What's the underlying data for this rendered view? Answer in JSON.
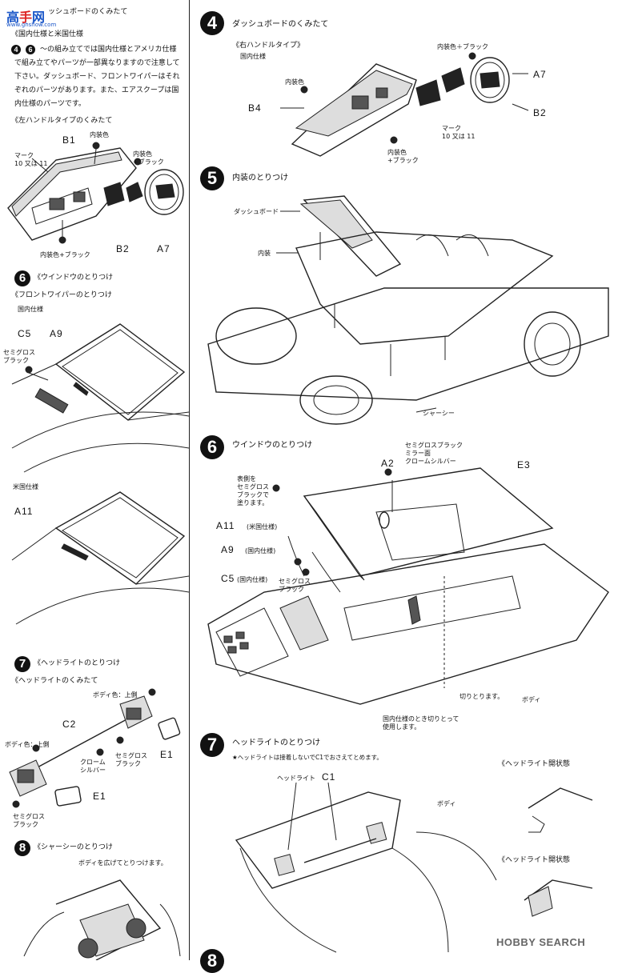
{
  "watermark": {
    "logo_text": "高",
    "logo_text_red": "手",
    "logo_text_blue": "网",
    "logo_sub": "www.ghshow.com",
    "site": "HOBBY SEARCH"
  },
  "left": {
    "step4_heading": "ッシュボードのくみたて",
    "sub1": "《国内仕様と米国仕様",
    "para": "〜の組み立てでは国内仕様とアメリカ仕様で組み立てやパーツが一部異なりますので注意して下さい。ダッシュボード、フロントワイパーはそれぞれのパーツがあります。また、エアスクープは国内仕様のパーツです。",
    "para_n1": "4",
    "para_n2": "6",
    "sub2": "《左ハンドルタイプのくみたて",
    "dash_labels": {
      "b1": "B1",
      "color1": "内装色",
      "mark": "マーク",
      "mark_sub": "10 又は 11",
      "color2": "内装色",
      "color2_sub": "+ブラック",
      "b2": "B2",
      "a7": "A7",
      "bottom": "内装色+ブラック"
    },
    "step6_num": "6",
    "step6_heading": "《ウインドウのとりつけ",
    "step6_sub": "《フロントワイパーのとりつけ",
    "domestic": "国内仕様",
    "c5": "C5",
    "a9": "A9",
    "semigloss": "セミグロス",
    "black": "ブラック",
    "us_spec": "米国仕様",
    "a11": "A11",
    "step7_num": "7",
    "step7_heading": "《ヘッドライトのとりつけ",
    "step7_sub": "《ヘッドライトのくみたて",
    "hl_labels": {
      "body_top1": "ボディ色：上側",
      "c2": "C2",
      "body_top2": "ボディ色：上側",
      "chrome": "クローム",
      "silver": "シルバー",
      "sg": "セミグロス",
      "bk": "ブラック",
      "e1a": "E1",
      "e1b": "E1",
      "sg2": "セミグロス",
      "bk2": "ブラック"
    },
    "step8_num": "8",
    "step8_heading": "《シャーシーのとりつけ",
    "step8_note": "ボディを広げてとりつけます。"
  },
  "right": {
    "step4_num": "4",
    "step4_heading": "ダッシュボードのくみたて",
    "step4_sub": "《右ハンドルタイプ》",
    "step4_domestic": "国内仕様",
    "dash_labels": {
      "color": "内装色",
      "b4": "B4",
      "color_black": "内装色＋ブラック",
      "a7": "A7",
      "b2": "B2",
      "mark": "マーク",
      "mark_sub": "10 又は 11",
      "color2": "内装色",
      "color2_sub": "+ブラック"
    },
    "step5_num": "5",
    "step5_heading": "内装のとりつけ",
    "step5_labels": {
      "dash": "ダッシュボード",
      "interior": "内装",
      "chassis": "シャーシー"
    },
    "step6_num": "6",
    "step6_heading": "ウインドウのとりつけ",
    "step6_labels": {
      "sg_black": "セミグロスブラック",
      "mirror": "ミラー面",
      "chrome": "クロームシルバー",
      "a2": "A2",
      "e3": "E3",
      "inside1": "表側を",
      "inside2": "セミグロス",
      "inside3": "ブラックで",
      "inside4": "塗ります。",
      "a11": "A11",
      "a11_note": "(米国仕様)",
      "a9": "A9",
      "a9_note": "(国内仕様)",
      "c5": "C5",
      "c5_note": "(国内仕様)",
      "sg": "セミグロス",
      "bk": "ブラック",
      "cut": "切りとります。",
      "body": "ボディ",
      "note1": "国内仕様のとき切りとって",
      "note2": "使用します。"
    },
    "step7_num": "7",
    "step7_heading": "ヘッドライトのとりつけ",
    "step7_note": "★ヘッドライトは接着しないでC1でおさえてとめます。",
    "step7_labels": {
      "headlight": "ヘッドライト",
      "c1": "C1",
      "body": "ボディ",
      "open1": "《ヘッドライト開状態",
      "open2": "《ヘッドライト開状態"
    },
    "step8_num": "8"
  }
}
